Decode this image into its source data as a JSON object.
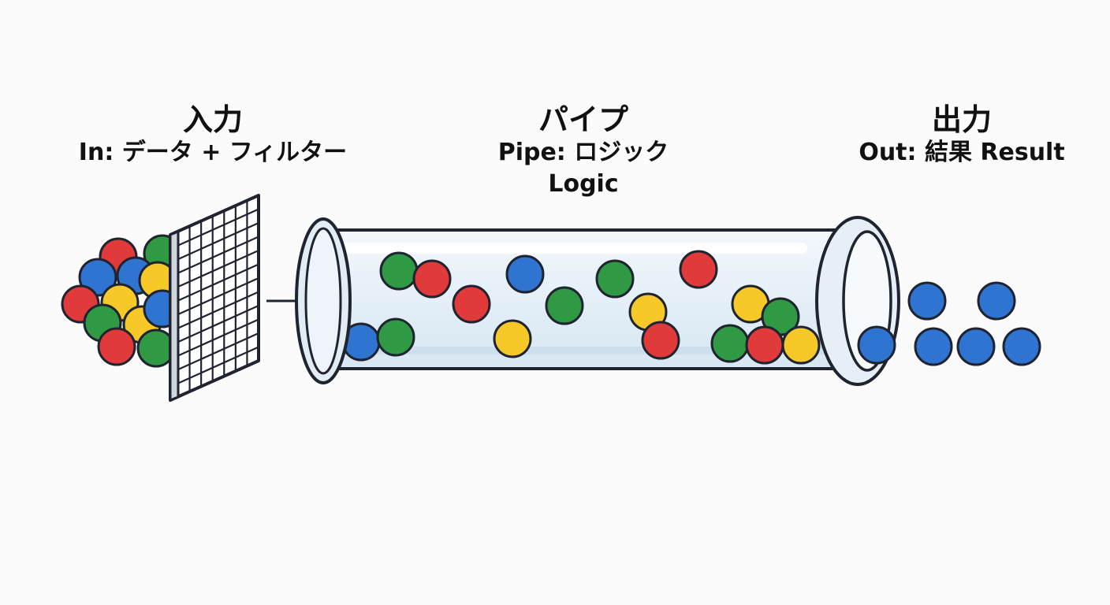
{
  "input": {
    "title": "入力",
    "subtitle": "In: データ + フィルター"
  },
  "pipe": {
    "title": "パイプ",
    "subtitle_line1": "Pipe: ロジック",
    "subtitle_line2": "Logic"
  },
  "output": {
    "title": "出力",
    "subtitle": "Out: 結果 Result"
  },
  "colors": {
    "red": "#e03a3a",
    "green": "#2f9a43",
    "blue": "#2f74d0",
    "yellow": "#f6c928",
    "outline": "#1f2430",
    "pipe_fill": "#e6f1f8",
    "background": "#fbfbfb"
  },
  "icons": {
    "filter": "grid-filter-icon",
    "arrow": "arrow-right-icon",
    "pipe": "glass-tube-icon",
    "ball": "ball-icon"
  }
}
